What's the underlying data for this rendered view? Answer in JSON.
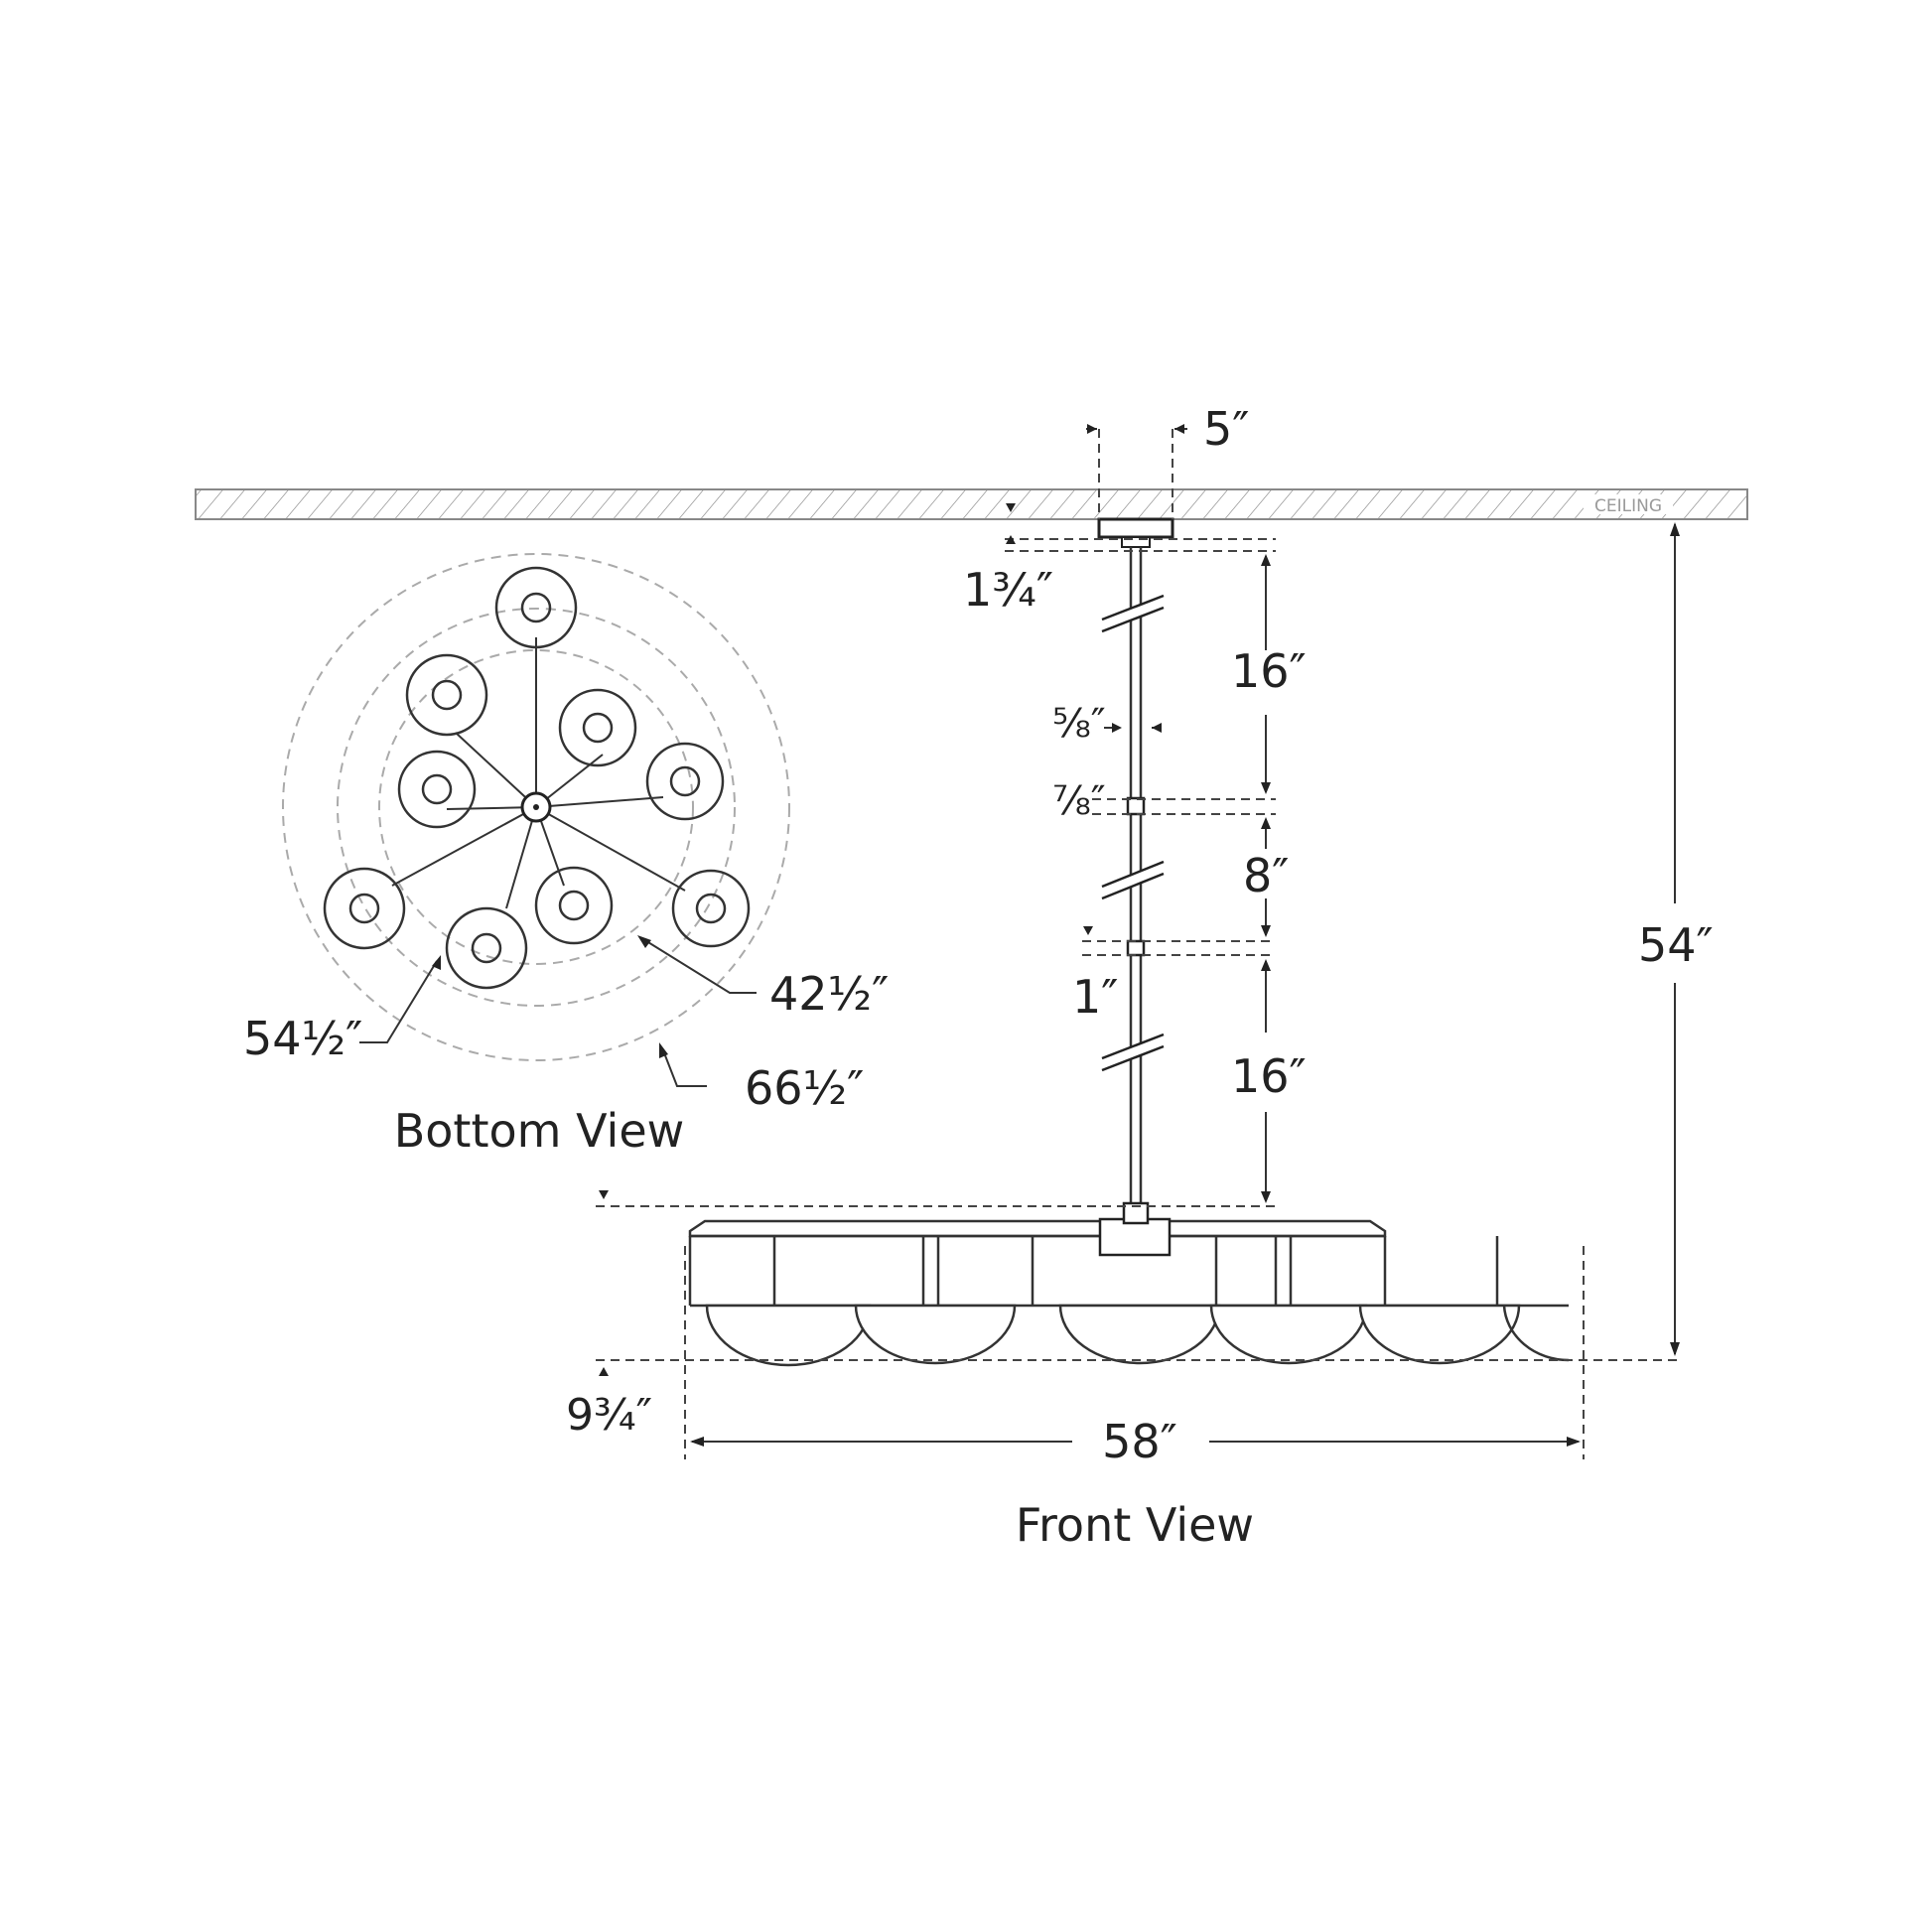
{
  "ceiling": {
    "label": "CEILING"
  },
  "views": {
    "bottom": "Bottom View",
    "front": "Front View"
  },
  "dimensions": {
    "canopy_width": "5″",
    "canopy_height": "1¾″",
    "stem_1": "16″",
    "stem_diameter": "⅝″",
    "coupler_1": "⅞″",
    "stem_2": "8″",
    "coupler_2": "1″",
    "stem_3": "16″",
    "overall_height": "54″",
    "fixture_height": "9¾″",
    "fixture_width": "58″",
    "ring_inner": "42½″",
    "ring_middle": "54½″",
    "ring_outer": "66½″"
  },
  "colors": {
    "line": "#333333",
    "hatch": "#999999",
    "guide": "#aaaaaa",
    "text": "#222222"
  }
}
